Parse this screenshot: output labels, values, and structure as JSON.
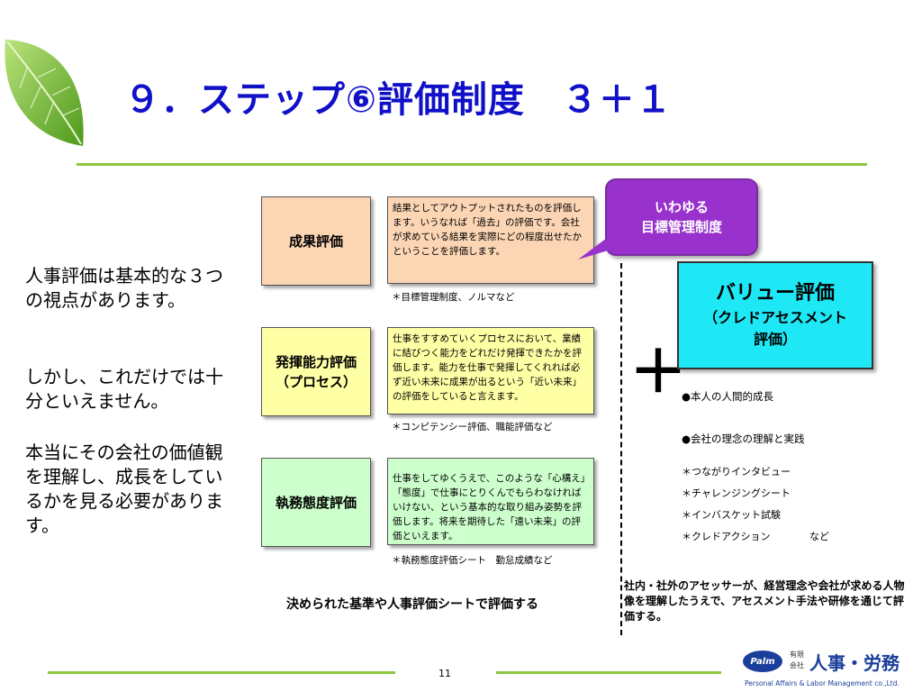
{
  "slide": {
    "title": "９．ステップ⑥評価制度　３＋１",
    "page_number": "11"
  },
  "left_text": {
    "para1": "人事評価は基本的な３つの視点があります。",
    "para2": "しかし、これだけでは十分といえません。",
    "para3": "本当にその会社の価値観を理解し、成長をしているかを見る必要があります。"
  },
  "rows": [
    {
      "label": "成果評価",
      "description": "結果としてアウトプットされたものを評価します。いうなれば「過去」の評価です。会社が求めている結果を実際にどの程度出せたかということを評価します。",
      "note": "＊目標管理制度、ノルマなど",
      "color": "#fcd5b4"
    },
    {
      "label": "発揮能力評価（プロセス）",
      "description": "仕事をすすめていくプロセスにおいて、業績に結びつく能力をどれだけ発揮できたかを評価します。能力を仕事で発揮してくれれば必ず近い未来に成果が出るという「近い未来」の評価をしていると言えます。",
      "note": "＊コンピテンシー評価、職能評価など",
      "color": "#ffffa6"
    },
    {
      "label": "執務態度評価",
      "description": "仕事をしてゆくうえで、このような「心構え」「態度」で仕事にとりくんでもらわなければいけない、という基本的な取り組み姿勢を評価します。将来を期待した「遠い未来」の評価といえます。",
      "note": "＊執務態度評価シート　勤怠成績など",
      "color": "#ccffcc"
    }
  ],
  "bottom_center": "決められた基準や人事評価シートで評価する",
  "callout": {
    "line1": "いわゆる",
    "line2": "目標管理制度",
    "color": "#9932cc"
  },
  "plus": "＋",
  "value_box": {
    "line1": "バリュー評価",
    "line2": "（クレドアセスメント",
    "line3": "評価）",
    "color": "#1ee8f6"
  },
  "value_points": [
    "●本人の人間的成長",
    "●会社の理念の理解と実践"
  ],
  "value_methods": [
    "＊つながりインタビュー",
    "＊チャレンジングシート",
    "＊インバスケット試験",
    "＊クレドアクション"
  ],
  "value_methods_etc": "など",
  "bottom_right": "社内・社外のアセッサーが、経営理念や会社が求める人物像を理解したうえで、アセスメント手法や研修を通じて評価する。",
  "logo": {
    "mark": "Palm",
    "kanji_small_1": "有限",
    "kanji_small_2": "会社",
    "name": "人事・労務",
    "english": "Personal Affairs & Labor Management co.,Ltd."
  },
  "accent_color": "#8dc63f"
}
